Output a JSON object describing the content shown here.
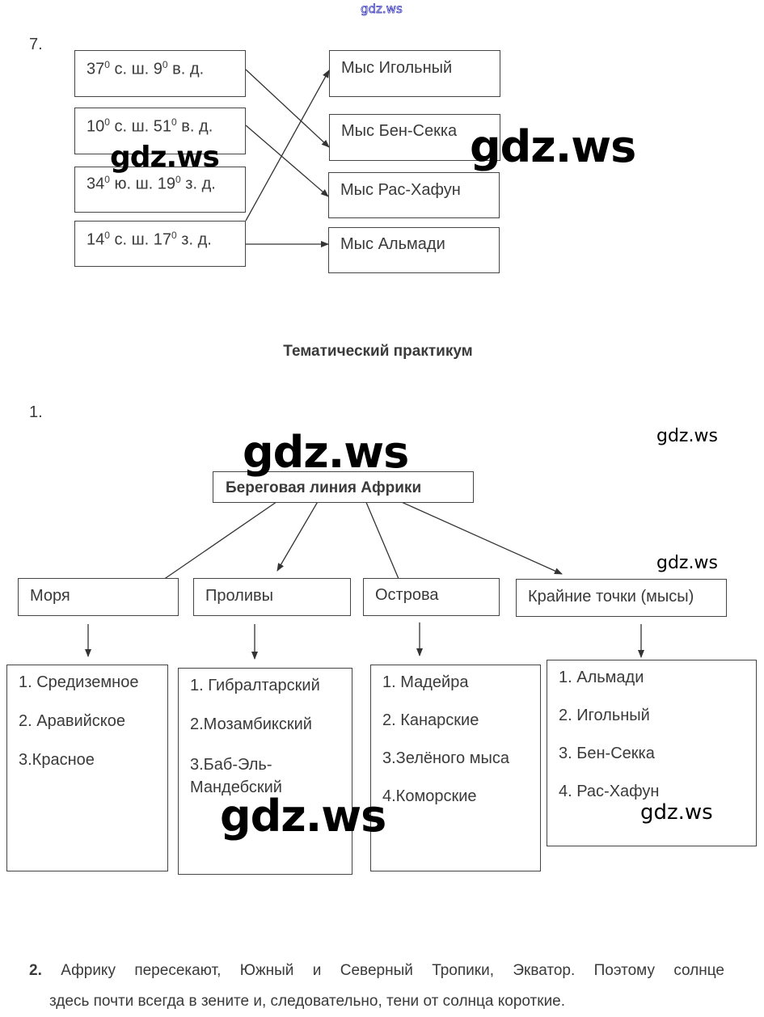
{
  "header_watermark": "gdz.ws",
  "task7": {
    "number": "7.",
    "coordinates": [
      {
        "lat": "37",
        "lat_hemi": "с. ш.",
        "lon": "9",
        "lon_hemi": "в. д.",
        "deg": "0"
      },
      {
        "lat": "10",
        "lat_hemi": "с. ш.",
        "lon": "51",
        "lon_hemi": "в. д.",
        "deg": "0"
      },
      {
        "lat": "34",
        "lat_hemi": "ю. ш.",
        "lon": "19",
        "lon_hemi": "з. д.",
        "deg": "0"
      },
      {
        "lat": "14",
        "lat_hemi": "с. ш.",
        "lon": "17",
        "lon_hemi": "з. д.",
        "deg": "0"
      }
    ],
    "capes": [
      "Мыс Игольный",
      "Мыс Бен-Секка",
      "Мыс Рас-Хафун",
      "Мыс Альмади"
    ],
    "matches": [
      {
        "from": 0,
        "to": 1
      },
      {
        "from": 1,
        "to": 2
      },
      {
        "from": 3,
        "to": 0
      },
      {
        "from": 3,
        "to": 3
      }
    ]
  },
  "section_title": "Тематический практикум",
  "task1": {
    "number": "1.",
    "root": "Береговая линия Африки",
    "categories": [
      {
        "label": "Моря",
        "items": [
          "1. Средиземное",
          "2. Аравийское",
          "3.Красное"
        ]
      },
      {
        "label": "Проливы",
        "items": [
          "1. Гибралтарский",
          "2.Мозамбикский",
          "3.Баб-Эль-\nМандебский"
        ]
      },
      {
        "label": "Острова",
        "items": [
          "1. Мадейра",
          "2. Канарские",
          "3.Зелёного мыса",
          "4.Коморские"
        ]
      },
      {
        "label": "Крайние точки (мысы)",
        "items": [
          "1. Альмади",
          "2. Игольный",
          "3. Бен-Секка",
          "4. Рас-Хафун"
        ]
      }
    ]
  },
  "task2": {
    "number": "2.",
    "line1": "Африку пересекают, Южный и Северный Тропики, Экватор. Поэтому солнце",
    "line2": "здесь почти всегда в зените и, следовательно, тени от солнца короткие."
  },
  "watermarks": [
    "gdz.ws",
    "gdz.ws",
    "gdz.ws",
    "gdz.ws",
    "gdz.ws",
    "gdz.ws",
    "gdz.ws"
  ]
}
